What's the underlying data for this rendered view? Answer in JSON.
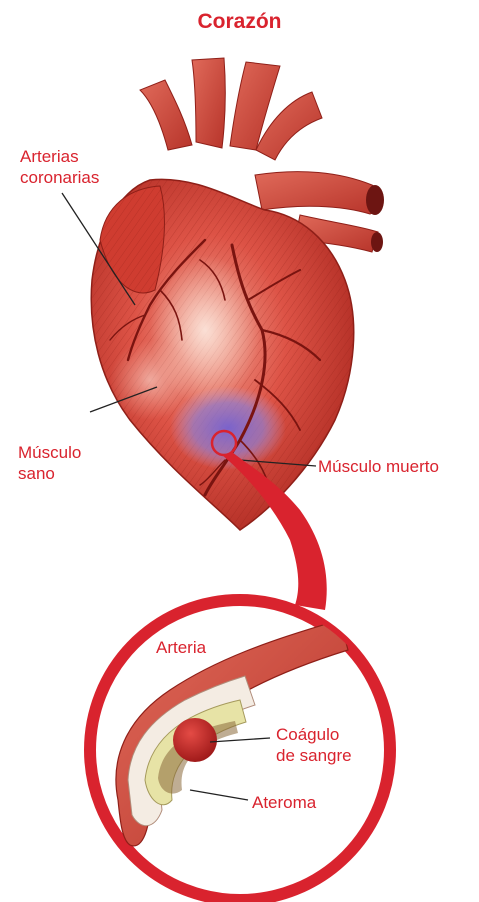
{
  "title": "Corazón",
  "labels": {
    "coronary": [
      "Arterias",
      "coronarias"
    ],
    "healthy": [
      "Músculo",
      "sano"
    ],
    "dead": "Músculo muerto",
    "artery": "Arteria",
    "clot": [
      "Coágulo",
      "de sangre"
    ],
    "atheroma": "Ateroma"
  },
  "colors": {
    "accent": "#d9232e",
    "heart": "#d8473c",
    "heart_dark": "#a8261f",
    "heart_light": "#f3c7b8",
    "necrosis": "#7f6fd0",
    "plaque": "#e7e3a6",
    "label_text": "#222222"
  }
}
